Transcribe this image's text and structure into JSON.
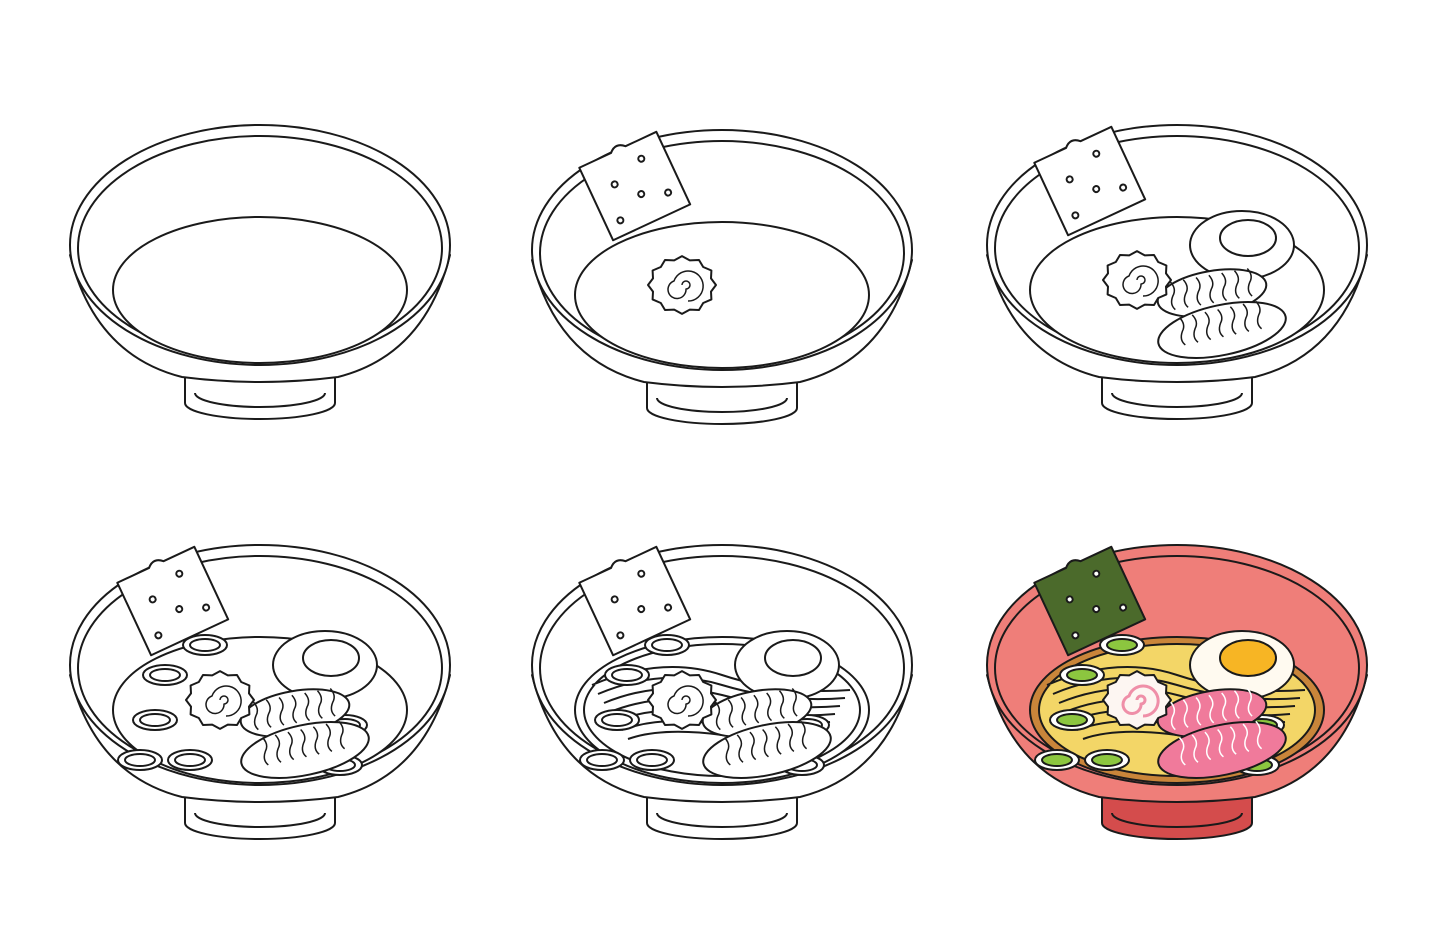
{
  "steps": [
    {
      "step": 1,
      "parts": [
        "bowl"
      ],
      "colored": false
    },
    {
      "step": 2,
      "parts": [
        "bowl",
        "nori",
        "naruto"
      ],
      "colored": false
    },
    {
      "step": 3,
      "parts": [
        "bowl",
        "nori",
        "naruto",
        "egg",
        "chashu"
      ],
      "colored": false
    },
    {
      "step": 4,
      "parts": [
        "bowl",
        "nori",
        "naruto",
        "egg",
        "chashu",
        "negi"
      ],
      "colored": false
    },
    {
      "step": 5,
      "parts": [
        "bowl",
        "nori",
        "naruto",
        "egg",
        "chashu",
        "negi",
        "noodles"
      ],
      "colored": false
    },
    {
      "step": 6,
      "parts": [
        "bowl",
        "nori",
        "naruto",
        "egg",
        "chashu",
        "negi",
        "noodles"
      ],
      "colored": true
    }
  ],
  "colors": {
    "line": "#1a1a1a",
    "bowl": "#ef7e79",
    "bowl_foot": "#d44c4c",
    "broth": "#c9853a",
    "noodles": "#f3d667",
    "nori": "#4b6a2b",
    "egg_white": "#fffaf0",
    "yolk": "#f7b524",
    "naruto": "#fdf6f2",
    "naruto_swirl": "#ef8fa8",
    "chashu": "#f07a9b",
    "negi": "#8cc63f"
  }
}
